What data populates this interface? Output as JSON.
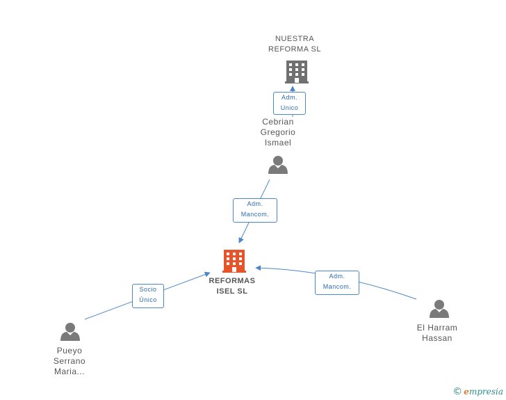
{
  "colors": {
    "edge": "#4a86c8",
    "person": "#7a7a7a",
    "company": "#707070",
    "focus": "#e8542a"
  },
  "nodes": {
    "nuestra_reforma": {
      "line1": "NUESTRA",
      "line2": "REFORMA SL",
      "icon": "building-icon"
    },
    "cebrian": {
      "line1": "Cebrian",
      "line2": "Gregorio",
      "line3": "Ismael",
      "icon": "person-icon"
    },
    "reformas_isel": {
      "line1": "REFORMAS",
      "line2": "ISEL SL",
      "icon": "building-icon"
    },
    "pueyo": {
      "line1": "Pueyo",
      "line2": "Serrano",
      "line3": "Maria...",
      "icon": "person-icon"
    },
    "el_harram": {
      "line1": "El Harram",
      "line2": "Hassan",
      "icon": "person-icon"
    }
  },
  "edges": {
    "cebrian_nuestra": {
      "line1": "Adm.",
      "line2": "Unico"
    },
    "cebrian_reformas": {
      "line1": "Adm.",
      "line2": "Mancom."
    },
    "pueyo_reformas": {
      "line1": "Socio",
      "line2": "Único"
    },
    "harram_reformas": {
      "line1": "Adm.",
      "line2": "Mancom."
    }
  },
  "watermark": {
    "symbol": "©",
    "brand_initial": "e",
    "brand_rest": "mpresia"
  }
}
